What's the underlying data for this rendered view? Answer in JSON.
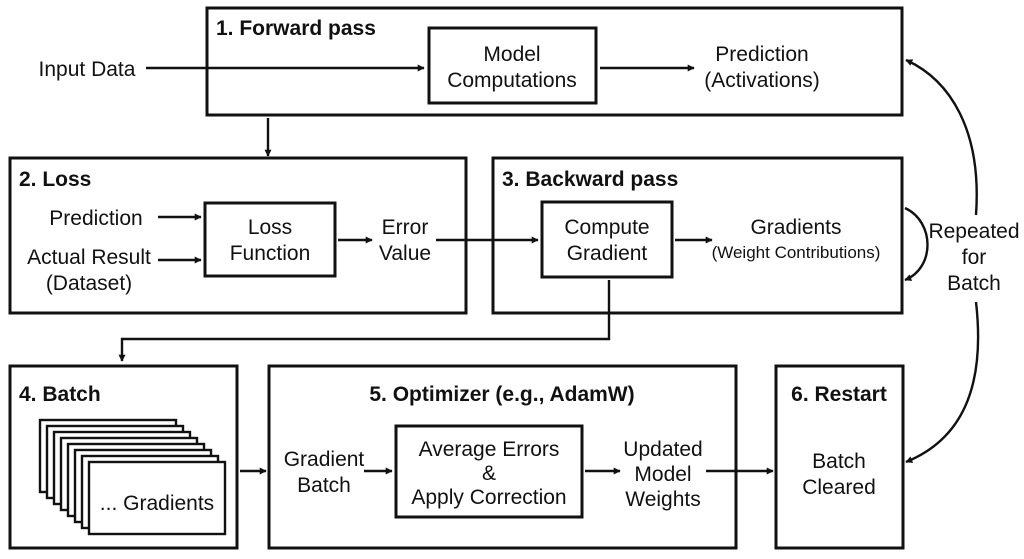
{
  "sections": {
    "forward": {
      "title": "1. Forward pass"
    },
    "loss": {
      "title": "2. Loss"
    },
    "backward": {
      "title": "3. Backward pass"
    },
    "batch": {
      "title": "4. Batch"
    },
    "optimizer": {
      "title": "5. Optimizer (e.g., AdamW)"
    },
    "restart": {
      "title": "6. Restart"
    }
  },
  "forward": {
    "input": "Input Data",
    "model": [
      "Model",
      "Computations"
    ],
    "prediction": [
      "Prediction",
      "(Activations)"
    ]
  },
  "loss": {
    "prediction": "Prediction",
    "actual": [
      "Actual Result",
      "(Dataset)"
    ],
    "function": [
      "Loss",
      "Function"
    ],
    "error": [
      "Error",
      "Value"
    ]
  },
  "backward": {
    "compute": [
      "Compute",
      "Gradient"
    ],
    "gradients": "Gradients",
    "contributions": "(Weight Contributions)"
  },
  "loop": {
    "label": [
      "Repeated",
      "for",
      "Batch"
    ]
  },
  "batch": {
    "card_label": "... Gradients"
  },
  "optimizer": {
    "input": [
      "Gradient",
      "Batch"
    ],
    "process": [
      "Average Errors",
      "&",
      "Apply Correction"
    ],
    "output": [
      "Updated",
      "Model",
      "Weights"
    ]
  },
  "restart": {
    "status": [
      "Batch",
      "Cleared"
    ]
  }
}
